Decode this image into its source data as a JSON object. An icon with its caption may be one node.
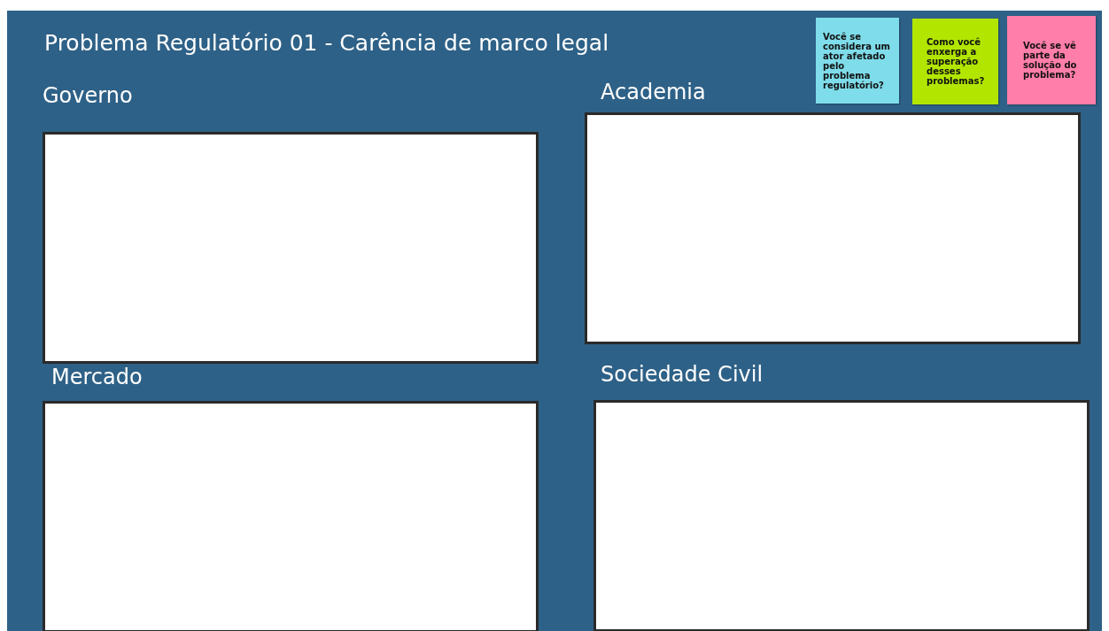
{
  "diagram": {
    "title": "Problema Regulatório 01 - Carência de marco legal",
    "nodes": [
      {
        "text": [
          "Você se considera um ator afetado pelo problema regulatório?"
        ]
      },
      {
        "text": [
          "Como você enxerga a superação desses problemas?"
        ]
      },
      {
        "text": [
          "Você se vê parte da solução do problema?"
        ]
      },
      {
        "text": [
          "Governo"
        ]
      },
      {
        "text": [
          "Academia"
        ]
      },
      {
        "text": [
          "Mercado"
        ]
      },
      {
        "text": [
          "Sociedade Civil"
        ]
      }
    ]
  }
}
